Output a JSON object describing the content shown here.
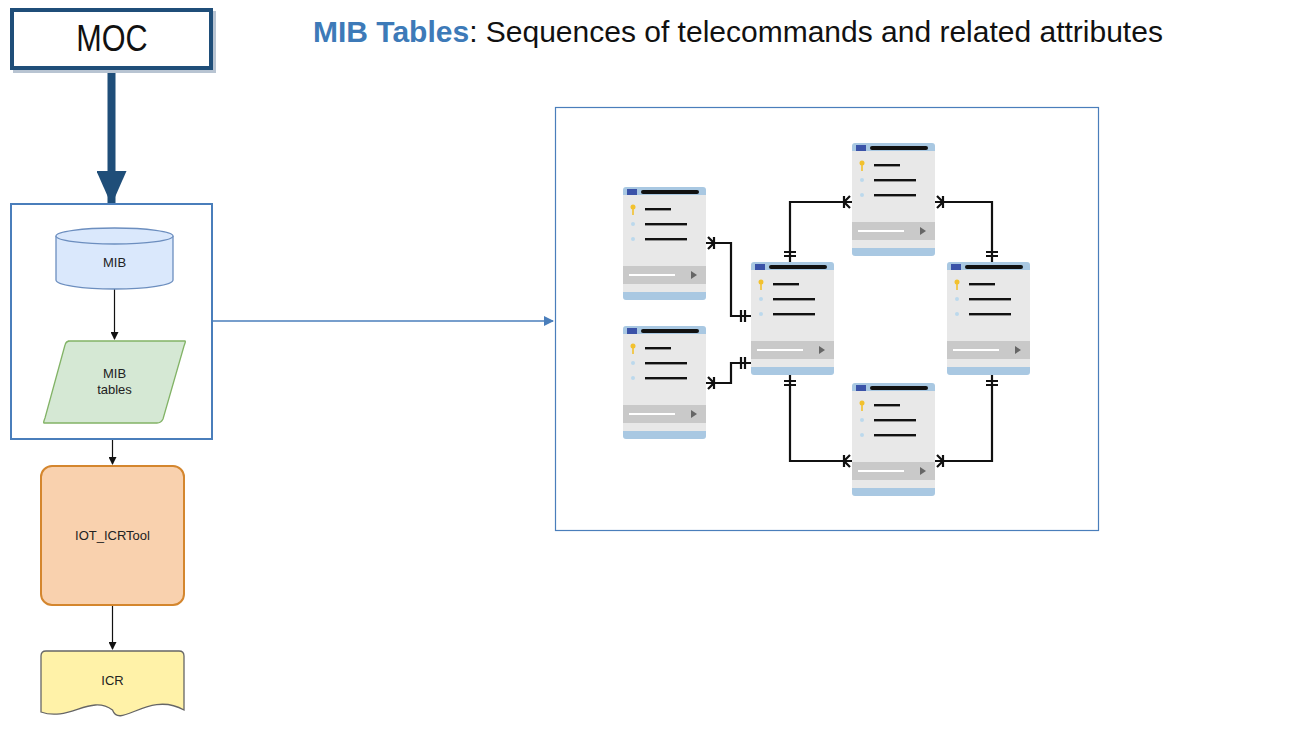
{
  "diagram": {
    "title": "MIB Tables",
    "nodes": [
      {
        "text": [
          "MOC"
        ]
      },
      {
        "text": []
      },
      {
        "text": [
          "MIB"
        ],
        "in": 1
      },
      {
        "text": [
          "MIB tables"
        ],
        "in": 1
      },
      {
        "text": [
          "IOT_ICRTool"
        ]
      },
      {
        "text": [
          "ICR"
        ]
      }
    ],
    "edges": [
      {
        "from": 0,
        "to": 1,
        "arrow": "to"
      },
      {
        "from": 2,
        "to": 3,
        "arrow": "to"
      },
      {
        "from": 1,
        "to": 4,
        "arrow": "to"
      },
      {
        "from": 4,
        "to": 5,
        "arrow": "to"
      }
    ],
    "labels": [
      ": Sequences of telecommands and related attributes"
    ]
  }
}
